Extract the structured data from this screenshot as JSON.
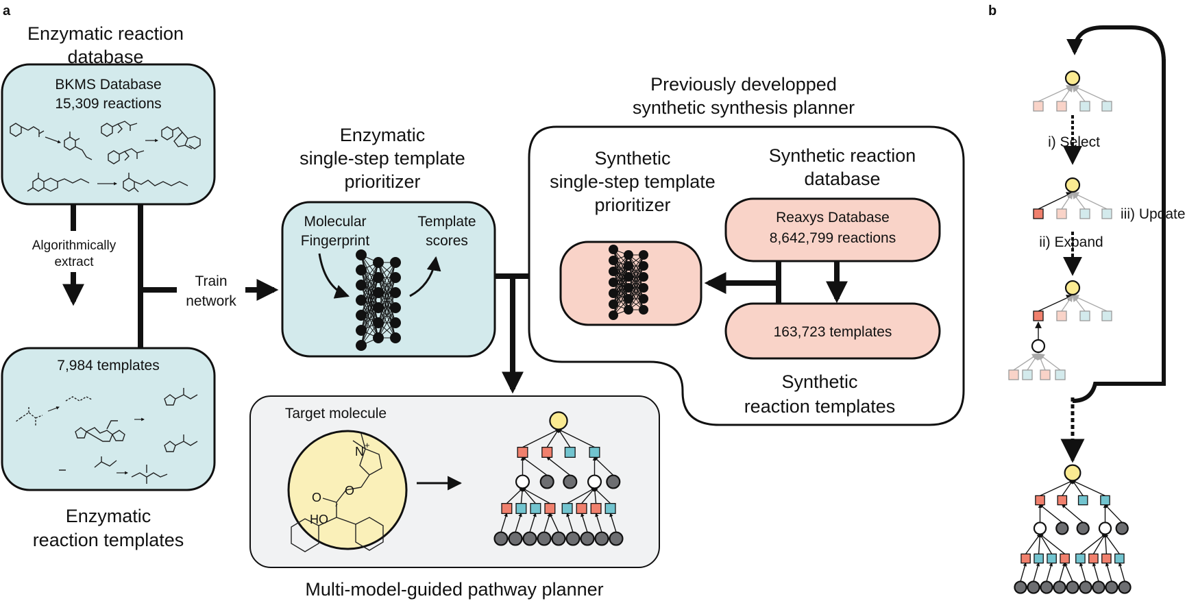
{
  "panel_labels": {
    "a": "a",
    "b": "b"
  },
  "enzymatic_db": {
    "title_line1": "Enzymatic reaction",
    "title_line2": "database",
    "box_line1": "BKMS Database",
    "box_line2": "15,309 reactions"
  },
  "extract": {
    "line1": "Algorithmically",
    "line2": "extract"
  },
  "enzymatic_templates": {
    "box_label": "7,984 templates",
    "caption_line1": "Enzymatic",
    "caption_line2": "reaction templates"
  },
  "train": {
    "line1": "Train",
    "line2": "network"
  },
  "enzymatic_prioritizer": {
    "title_line1": "Enzymatic",
    "title_line2": "single-step template",
    "title_line3": "prioritizer",
    "input_line1": "Molecular",
    "input_line2": "Fingerprint",
    "output_line1": "Template",
    "output_line2": "scores"
  },
  "synthetic_planner": {
    "title_line1": "Previously developped",
    "title_line2": "synthetic synthesis planner",
    "prioritizer_line1": "Synthetic",
    "prioritizer_line2": "single-step template",
    "prioritizer_line3": "prioritizer",
    "db_title_line1": "Synthetic reaction",
    "db_title_line2": "database",
    "reaxys_line1": "Reaxys Database",
    "reaxys_line2": "8,642,799 reactions",
    "templates_label": "163,723 templates",
    "templates_caption_line1": "Synthetic",
    "templates_caption_line2": "reaction templates"
  },
  "pathway_planner": {
    "target_label": "Target molecule",
    "caption": "Multi-model-guided pathway planner",
    "mol_labels": {
      "n": "N",
      "plus": "+",
      "o1": "O",
      "o2": "O",
      "ho": "HO"
    }
  },
  "mcts": {
    "select": "i) Select",
    "expand": "ii) Expand",
    "update": "iii) Update"
  },
  "colors": {
    "enzymatic_fill": "#d3eaec",
    "synthetic_fill": "#f9d3c8",
    "panel_gray": "#f1f2f3",
    "target_yellow": "#faf0b9",
    "node_yellow": "#fbeb92",
    "node_red": "#f0806d",
    "node_blue": "#72c4cf",
    "node_dark": "#6d6e71"
  }
}
